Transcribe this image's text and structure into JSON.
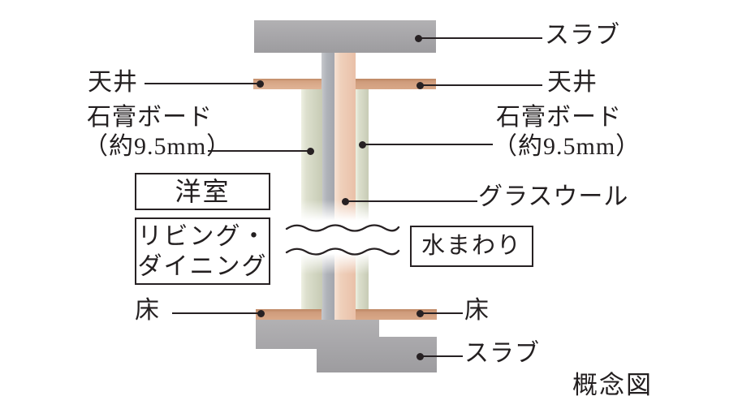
{
  "diagram_title": "概念図",
  "colors": {
    "slab": "#a8a7aa",
    "wall_concrete": "#adb0b6",
    "glasswool": "#ecc9b3",
    "plasterboard": "#d3d7c2",
    "ceiling_floor": "#d2a081",
    "line": "#272123",
    "text": "#231f20",
    "background": "#ffffff"
  },
  "labels": {
    "slab_top": "スラブ",
    "ceiling_left": "天井",
    "ceiling_right": "天井",
    "plasterboard_left_l1": "石膏ボード",
    "plasterboard_left_l2": "（約9.5mm）",
    "plasterboard_right_l1": "石膏ボード",
    "plasterboard_right_l2": "（約9.5mm）",
    "glasswool": "グラスウール",
    "floor_left": "床",
    "floor_right": "床",
    "slab_bottom": "スラブ",
    "caption": "概念図"
  },
  "room_boxes": {
    "western_room": "洋室",
    "living_dining_l1": "リビング・",
    "living_dining_l2": "ダイニング",
    "water_area": "水まわり"
  }
}
